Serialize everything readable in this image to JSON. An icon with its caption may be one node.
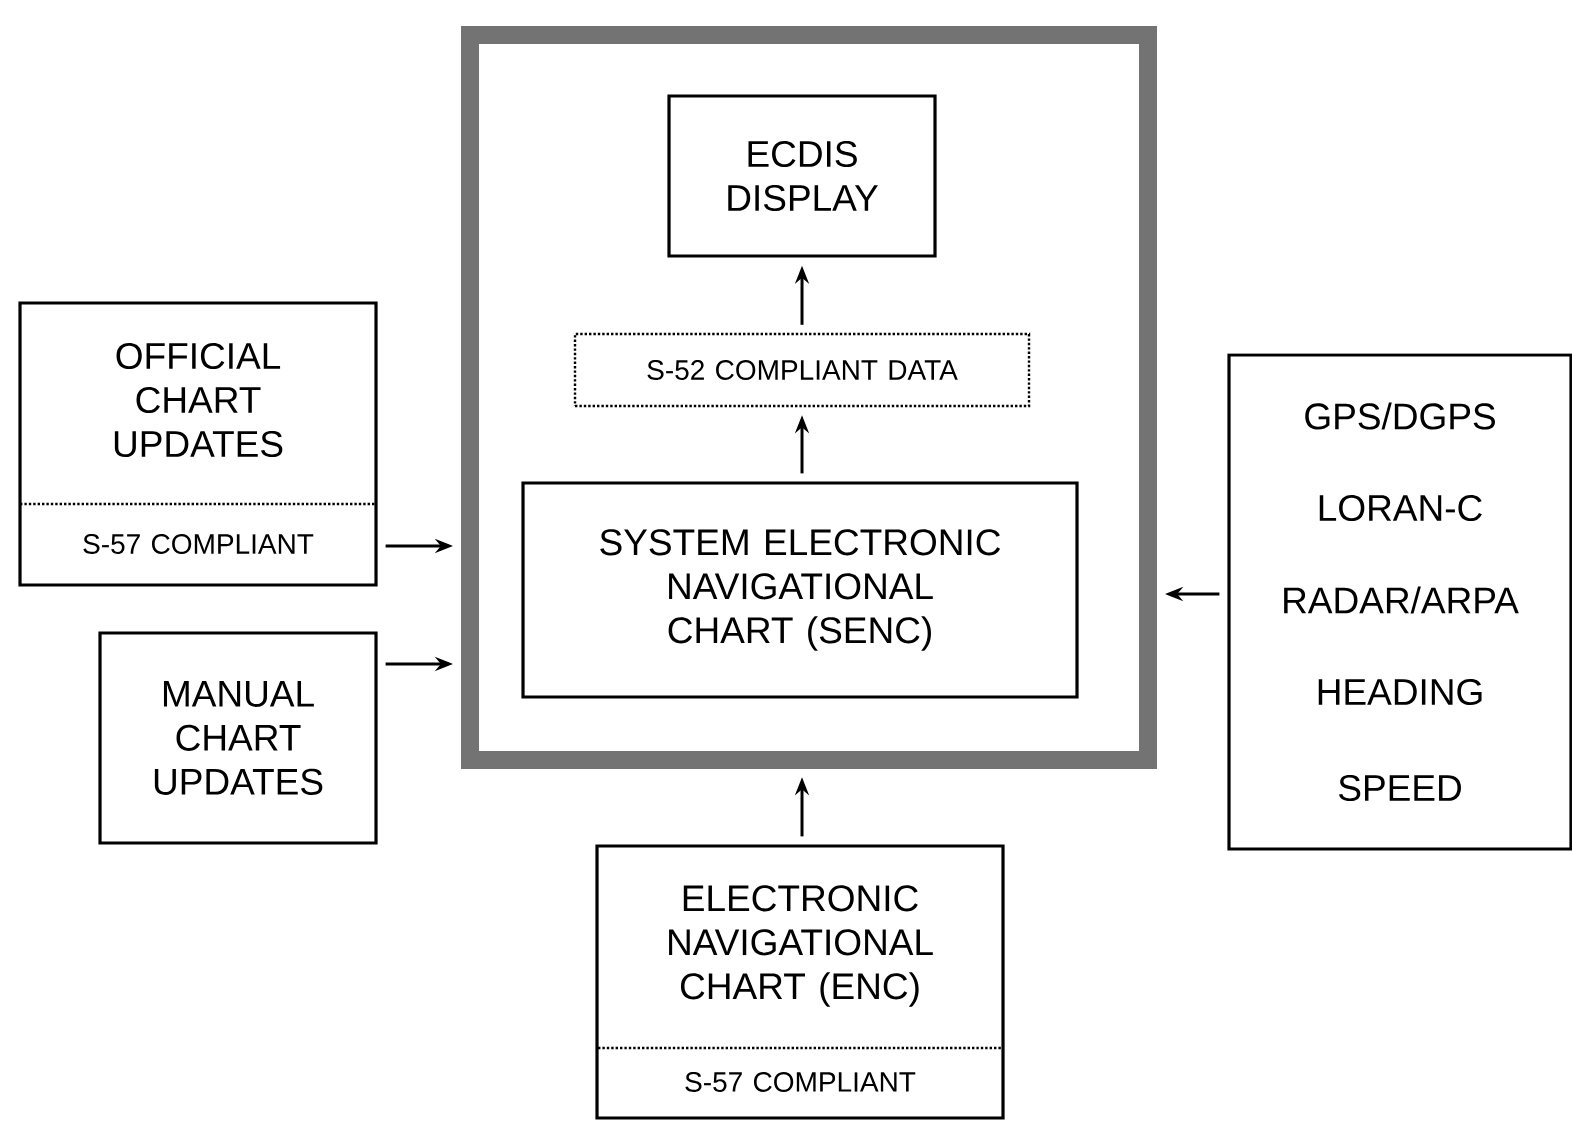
{
  "diagram": {
    "nodes": [
      {
        "text": [],
        "shape": "box"
      },
      {
        "text": [
          "ECDIS DISPLAY"
        ],
        "in": 0
      },
      {
        "text": [
          "S-52 COMPLIANT DATA"
        ],
        "in": 0
      },
      {
        "text": [
          "SYSTEM ELECTRONIC NAVIGATIONAL CHART (SENC)"
        ],
        "in": 0
      },
      {
        "text": [
          "OFFICIAL CHART UPDATES",
          "S-57 COMPLIANT"
        ]
      },
      {
        "text": [
          "MANUAL CHART UPDATES"
        ]
      },
      {
        "text": [
          "GPS/DGPS",
          "LORAN-C",
          "RADAR/ARPA",
          "HEADING",
          "SPEED"
        ]
      },
      {
        "text": [
          "ELECTRONIC NAVIGATIONAL CHART (ENC)",
          "S-57 COMPLIANT"
        ]
      }
    ],
    "edges": [
      {
        "from": 3,
        "to": 2,
        "arrow": "to"
      },
      {
        "from": 2,
        "to": 1,
        "arrow": "to"
      },
      {
        "from": 4,
        "to": 0,
        "arrow": "to"
      },
      {
        "from": 5,
        "to": 0,
        "arrow": "to"
      },
      {
        "from": 6,
        "to": 0,
        "arrow": "to"
      },
      {
        "from": 7,
        "to": 0,
        "arrow": "to"
      }
    ]
  }
}
